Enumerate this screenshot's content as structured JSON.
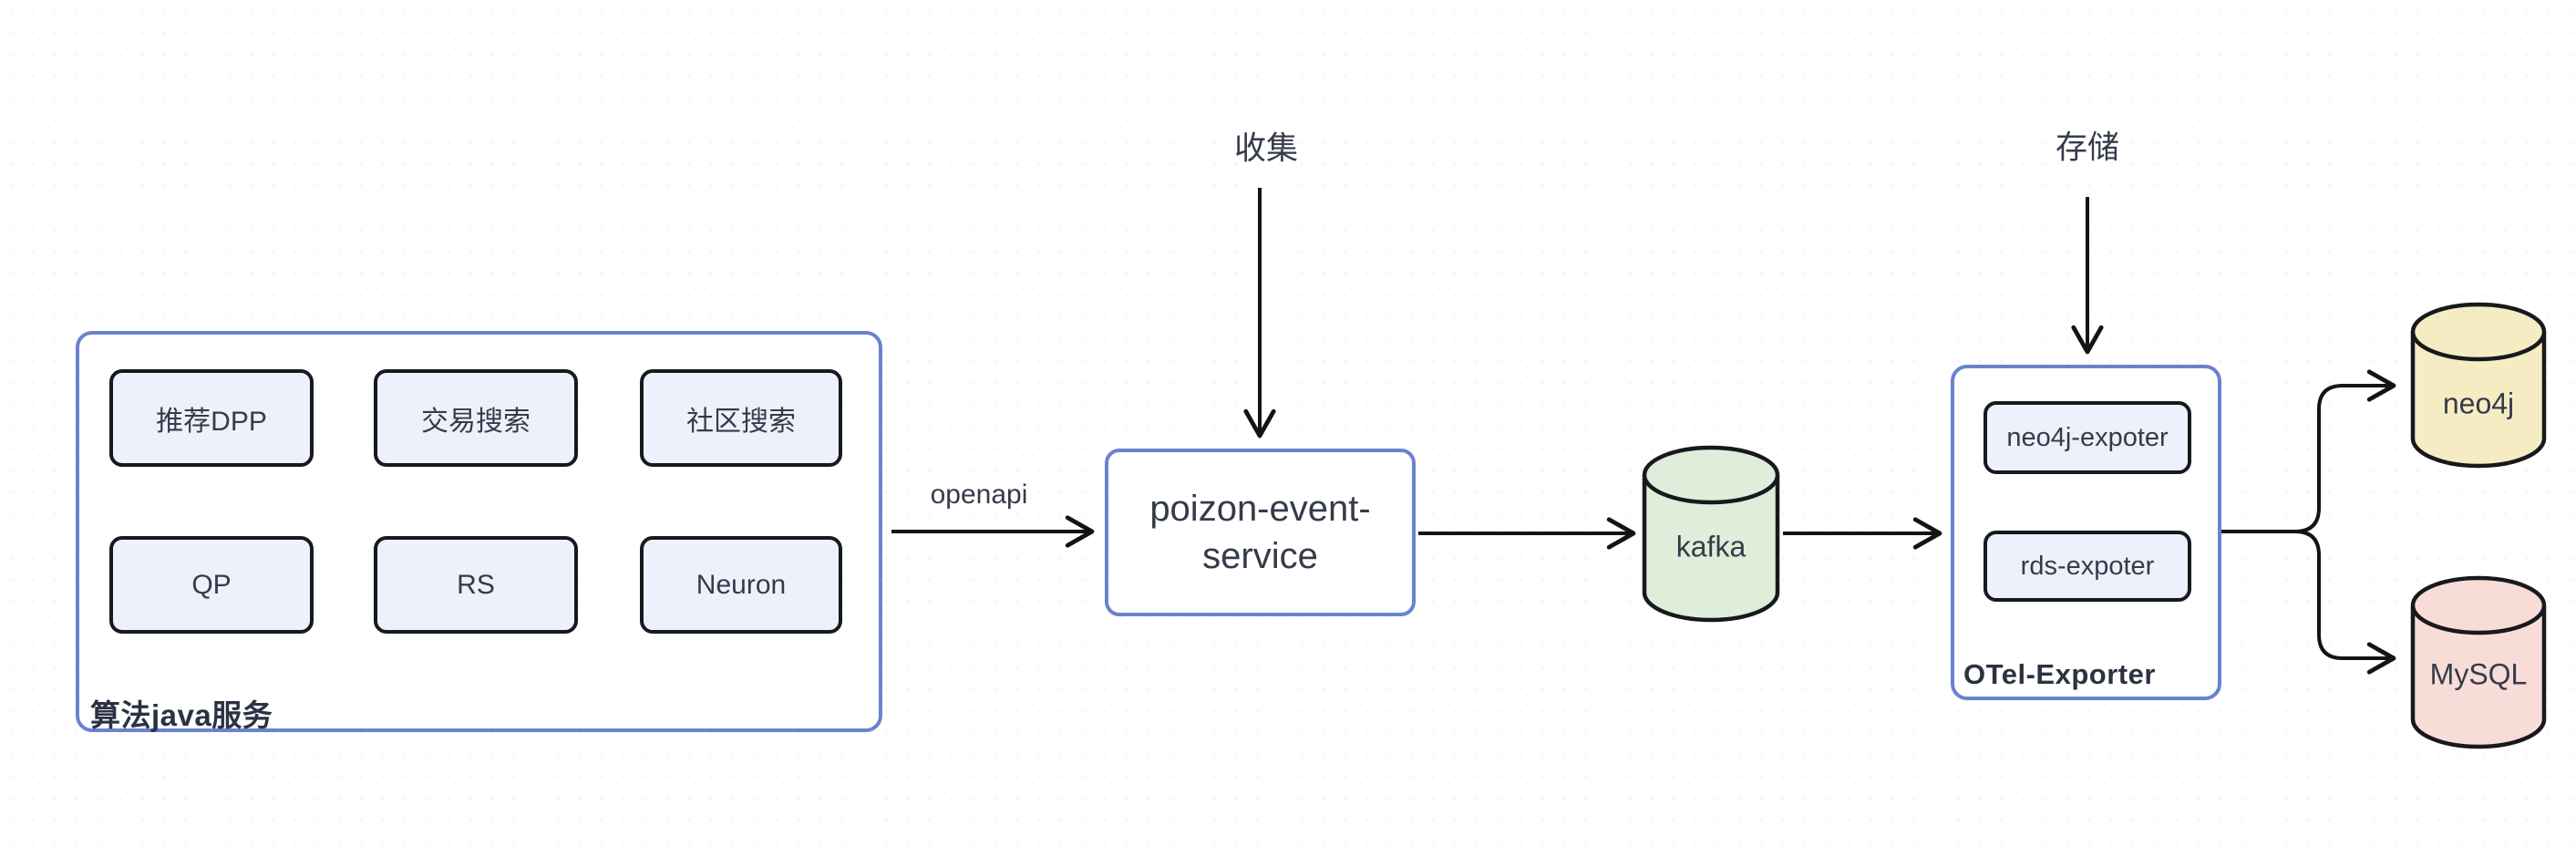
{
  "edge_labels": {
    "openapi": "openapi",
    "collect": "收集",
    "store": "存储"
  },
  "groups": {
    "algo": {
      "label": "算法java服务",
      "items": [
        "推荐DPP",
        "交易搜索",
        "社区搜索",
        "QP",
        "RS",
        "Neuron"
      ]
    },
    "otel": {
      "label": "OTel-Exporter",
      "items": [
        "neo4j-expoter",
        "rds-expoter"
      ]
    }
  },
  "nodes": {
    "poizon": {
      "lines": [
        "poizon-event-",
        "service"
      ]
    },
    "kafka": {
      "label": "kafka"
    },
    "neo4j": {
      "label": "neo4j"
    },
    "mysql": {
      "label": "MySQL"
    }
  },
  "colors": {
    "accent-blue": "#6b82ce",
    "node-fill": "#edf1fb",
    "node-border": "#17191d",
    "kafka-fill": "#deeedb",
    "neo4j-fill": "#f6ecc4",
    "mysql-fill": "#f8dcd8",
    "arrow": "#141414",
    "text": "#353b49",
    "bold-label": "#2b3242"
  }
}
